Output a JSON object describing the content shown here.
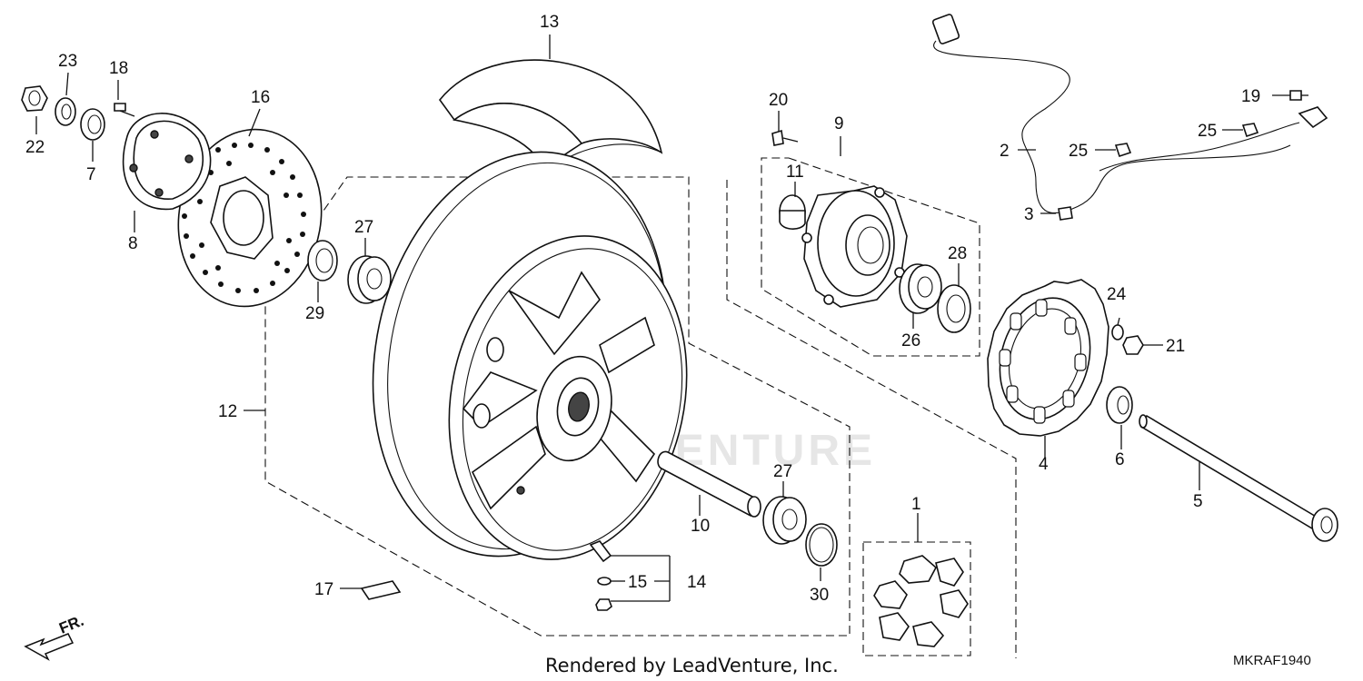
{
  "watermark": "LEADVENTURE",
  "footer": {
    "credit": "Rendered by LeadVenture, Inc.",
    "diagram_code": "MKRAF1940"
  },
  "direction_marker": "FR.",
  "callouts": [
    {
      "id": "c1",
      "label": "1"
    },
    {
      "id": "c2",
      "label": "2"
    },
    {
      "id": "c3",
      "label": "3"
    },
    {
      "id": "c4",
      "label": "4"
    },
    {
      "id": "c5",
      "label": "5"
    },
    {
      "id": "c6",
      "label": "6"
    },
    {
      "id": "c7",
      "label": "7"
    },
    {
      "id": "c8",
      "label": "8"
    },
    {
      "id": "c9",
      "label": "9"
    },
    {
      "id": "c10",
      "label": "10"
    },
    {
      "id": "c11",
      "label": "11"
    },
    {
      "id": "c12",
      "label": "12"
    },
    {
      "id": "c13",
      "label": "13"
    },
    {
      "id": "c14",
      "label": "14"
    },
    {
      "id": "c15",
      "label": "15"
    },
    {
      "id": "c16",
      "label": "16"
    },
    {
      "id": "c17",
      "label": "17"
    },
    {
      "id": "c18",
      "label": "18"
    },
    {
      "id": "c19",
      "label": "19"
    },
    {
      "id": "c20",
      "label": "20"
    },
    {
      "id": "c21",
      "label": "21"
    },
    {
      "id": "c22",
      "label": "22"
    },
    {
      "id": "c23",
      "label": "23"
    },
    {
      "id": "c24",
      "label": "24"
    },
    {
      "id": "c25a",
      "label": "25"
    },
    {
      "id": "c25b",
      "label": "25"
    },
    {
      "id": "c26",
      "label": "26"
    },
    {
      "id": "c27a",
      "label": "27"
    },
    {
      "id": "c27b",
      "label": "27"
    },
    {
      "id": "c28",
      "label": "28"
    },
    {
      "id": "c29",
      "label": "29"
    },
    {
      "id": "c30",
      "label": "30"
    }
  ]
}
